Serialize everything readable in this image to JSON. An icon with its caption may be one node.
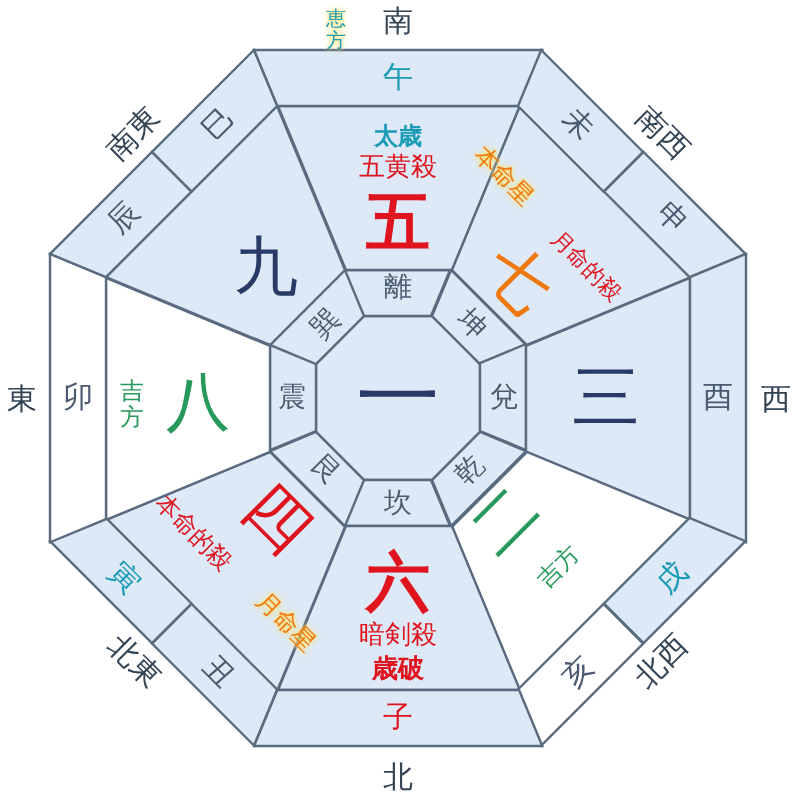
{
  "diagram": {
    "nodes": [
      {
        "text": [
          "一"
        ]
      },
      {
        "text": [
          "離"
        ]
      },
      {
        "text": [
          "坤"
        ]
      },
      {
        "text": [
          "兌"
        ]
      },
      {
        "text": [
          "乾"
        ]
      },
      {
        "text": [
          "坎"
        ]
      },
      {
        "text": [
          "艮"
        ]
      },
      {
        "text": [
          "震"
        ]
      },
      {
        "text": [
          "巽"
        ]
      },
      {
        "text": [
          "太歳",
          "五黄殺",
          "五"
        ]
      },
      {
        "text": [
          "本命星",
          "月命的殺",
          "七"
        ]
      },
      {
        "text": [
          "三"
        ]
      },
      {
        "text": [
          "二",
          "吉方"
        ]
      },
      {
        "text": [
          "六",
          "暗剣殺",
          "歳破"
        ]
      },
      {
        "text": [
          "四",
          "本命的殺",
          "月命星"
        ]
      },
      {
        "text": [
          "吉方",
          "八"
        ]
      },
      {
        "text": [
          "九"
        ]
      },
      {
        "text": [
          "午"
        ]
      },
      {
        "text": [
          "未"
        ]
      },
      {
        "text": [
          "申"
        ]
      },
      {
        "text": [
          "酉"
        ]
      },
      {
        "text": [
          "戌"
        ]
      },
      {
        "text": [
          "亥"
        ]
      },
      {
        "text": [
          "子"
        ]
      },
      {
        "text": [
          "丑"
        ]
      },
      {
        "text": [
          "寅"
        ]
      },
      {
        "text": [
          "卯"
        ]
      },
      {
        "text": [
          "辰"
        ]
      },
      {
        "text": [
          "巳"
        ]
      }
    ],
    "edges": [],
    "labels": [
      "恵方",
      "南",
      "南西",
      "西",
      "北西",
      "北",
      "北東",
      "東",
      "南東"
    ]
  }
}
